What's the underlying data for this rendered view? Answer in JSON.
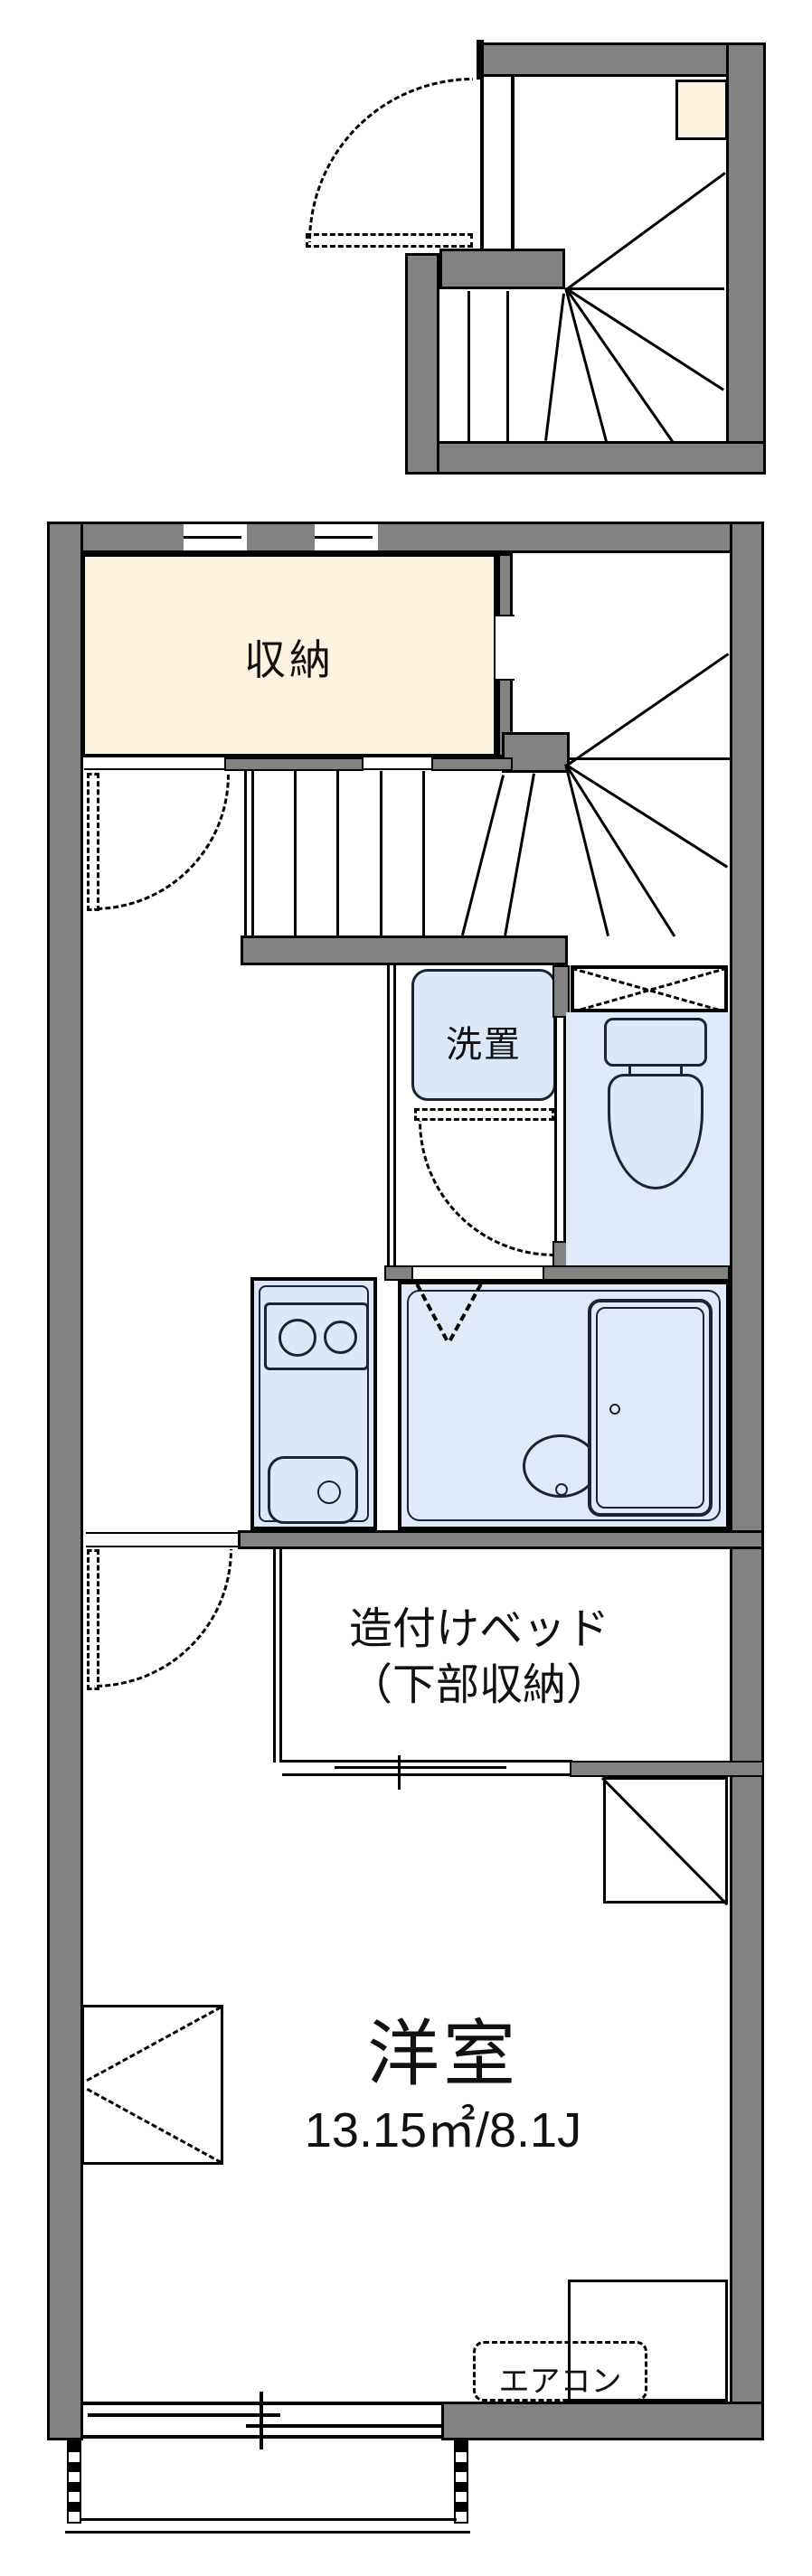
{
  "floorplan": {
    "labels": {
      "storage": "収納",
      "laundry": "洗置",
      "bed_line1": "造付けベッド",
      "bed_line2": "（下部収納）",
      "room_name": "洋室",
      "room_area": "13.15㎡/8.1J",
      "aircon": "エアコン"
    },
    "colors": {
      "wall_gray": "#828282",
      "storage_cream": "#fcf2df",
      "fixture_blue": "#dce8f7",
      "wetroom_blue": "#dfe9f8",
      "fixture_line": "#1c2433",
      "line_black": "#000000"
    }
  }
}
